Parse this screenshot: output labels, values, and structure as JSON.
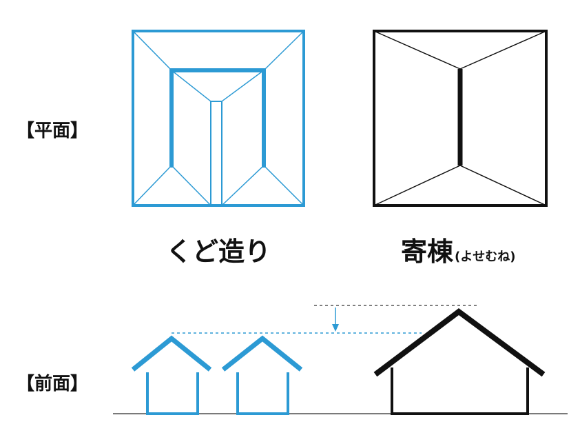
{
  "labels": {
    "plan": "【平面】",
    "front": "【前面】",
    "kudo": "くど造り",
    "yosemune_main": "寄棟",
    "yosemune_reading": "(よせむね)"
  },
  "colors": {
    "kudo": "#2c9ad4",
    "yosemune": "#111111",
    "ground": "#7a7a7a",
    "dash": "#555555"
  }
}
